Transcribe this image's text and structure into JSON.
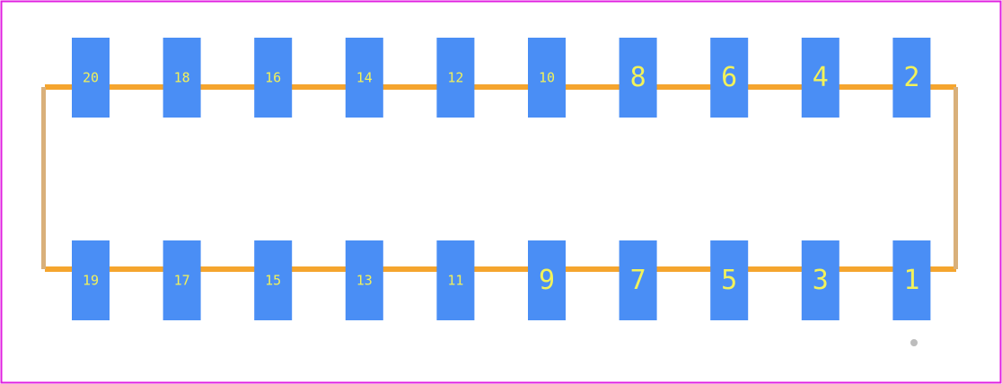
{
  "colors": {
    "border": "#E020E0",
    "outline": "#F5A52E",
    "side_edge": "#D9B07A",
    "pad": "#4A8EF5",
    "pad_label": "#F2F25A",
    "origin_marker": "#BDBDBD"
  },
  "top_row": [
    {
      "label": "20"
    },
    {
      "label": "18"
    },
    {
      "label": "16"
    },
    {
      "label": "14"
    },
    {
      "label": "12"
    },
    {
      "label": "10"
    },
    {
      "label": "8"
    },
    {
      "label": "6"
    },
    {
      "label": "4"
    },
    {
      "label": "2"
    }
  ],
  "bottom_row": [
    {
      "label": "19"
    },
    {
      "label": "17"
    },
    {
      "label": "15"
    },
    {
      "label": "13"
    },
    {
      "label": "11"
    },
    {
      "label": "9"
    },
    {
      "label": "7"
    },
    {
      "label": "5"
    },
    {
      "label": "3"
    },
    {
      "label": "1"
    }
  ]
}
